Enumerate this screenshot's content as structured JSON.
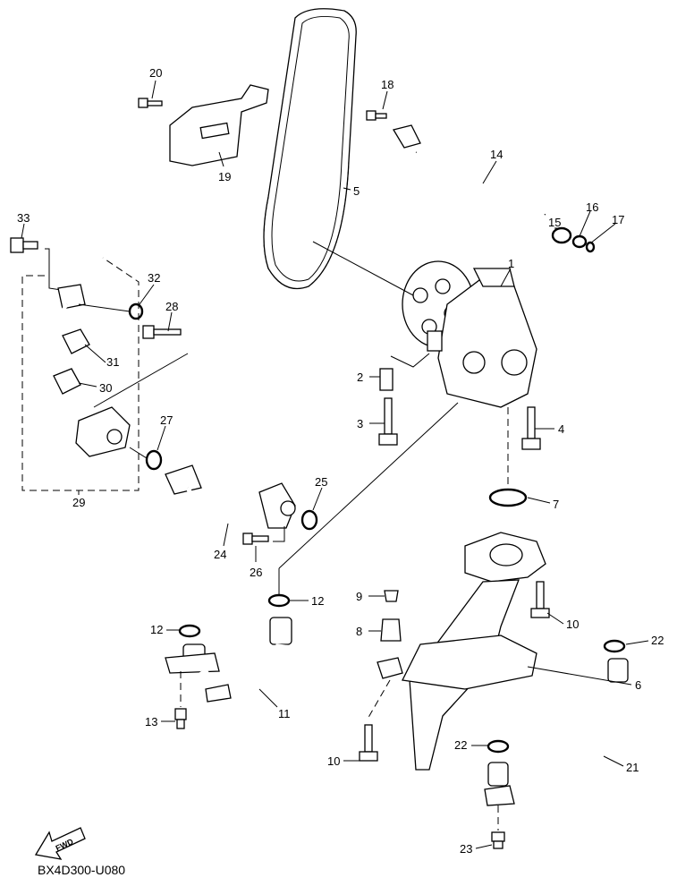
{
  "diagram": {
    "code": "BX4D300-U080",
    "fwd_label": "FWD",
    "callouts": [
      "1",
      "2",
      "3",
      "4",
      "5",
      "6",
      "7",
      "8",
      "9",
      "10",
      "10",
      "11",
      "12",
      "12",
      "13",
      "14",
      "15",
      "16",
      "17",
      "18",
      "19",
      "20",
      "21",
      "22",
      "22",
      "23",
      "24",
      "25",
      "26",
      "27",
      "28",
      "29",
      "30",
      "31",
      "32",
      "33"
    ]
  }
}
